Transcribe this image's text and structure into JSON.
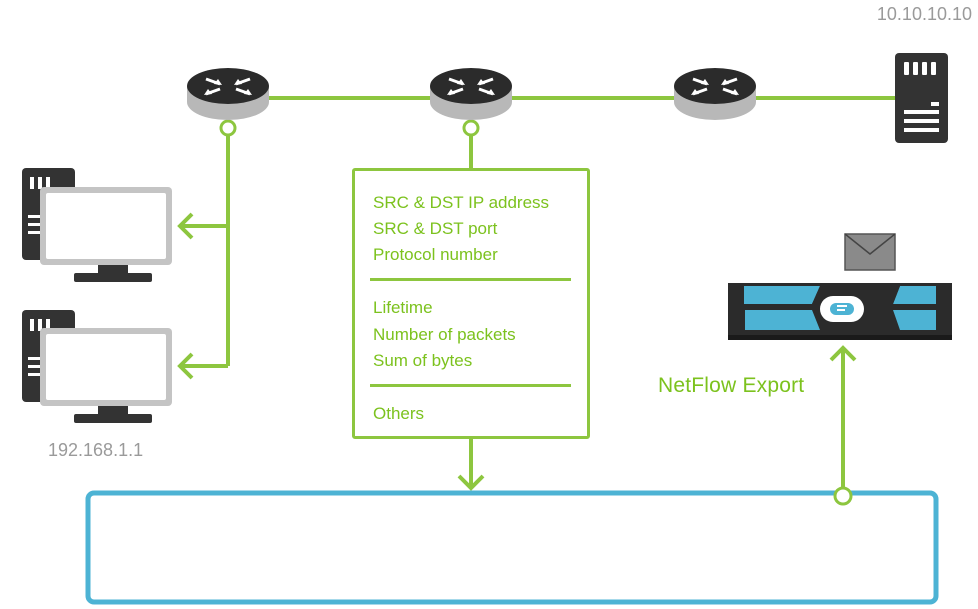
{
  "diagram": {
    "server_ip": "10.10.10.10",
    "client_ip": "192.168.1.1",
    "export_label": "NetFlow Export",
    "flow_fields": {
      "group1": [
        "SRC & DST IP address",
        "SRC & DST port",
        "Protocol number"
      ],
      "group2": [
        "Lifetime",
        "Number of packets",
        "Sum of bytes"
      ],
      "group3": [
        "Others"
      ]
    },
    "colors": {
      "link_green": "#8dc63f",
      "text_green": "#7cc21e",
      "collector_blue": "#4db3d4",
      "router_dark": "#2b2b2b",
      "label_gray": "#9a9a9a"
    },
    "icons": {
      "router": "router-icon",
      "server": "server-icon",
      "client": "desktop-computer-icon",
      "collector": "netflow-collector-appliance-icon",
      "envelope": "envelope-icon"
    }
  }
}
